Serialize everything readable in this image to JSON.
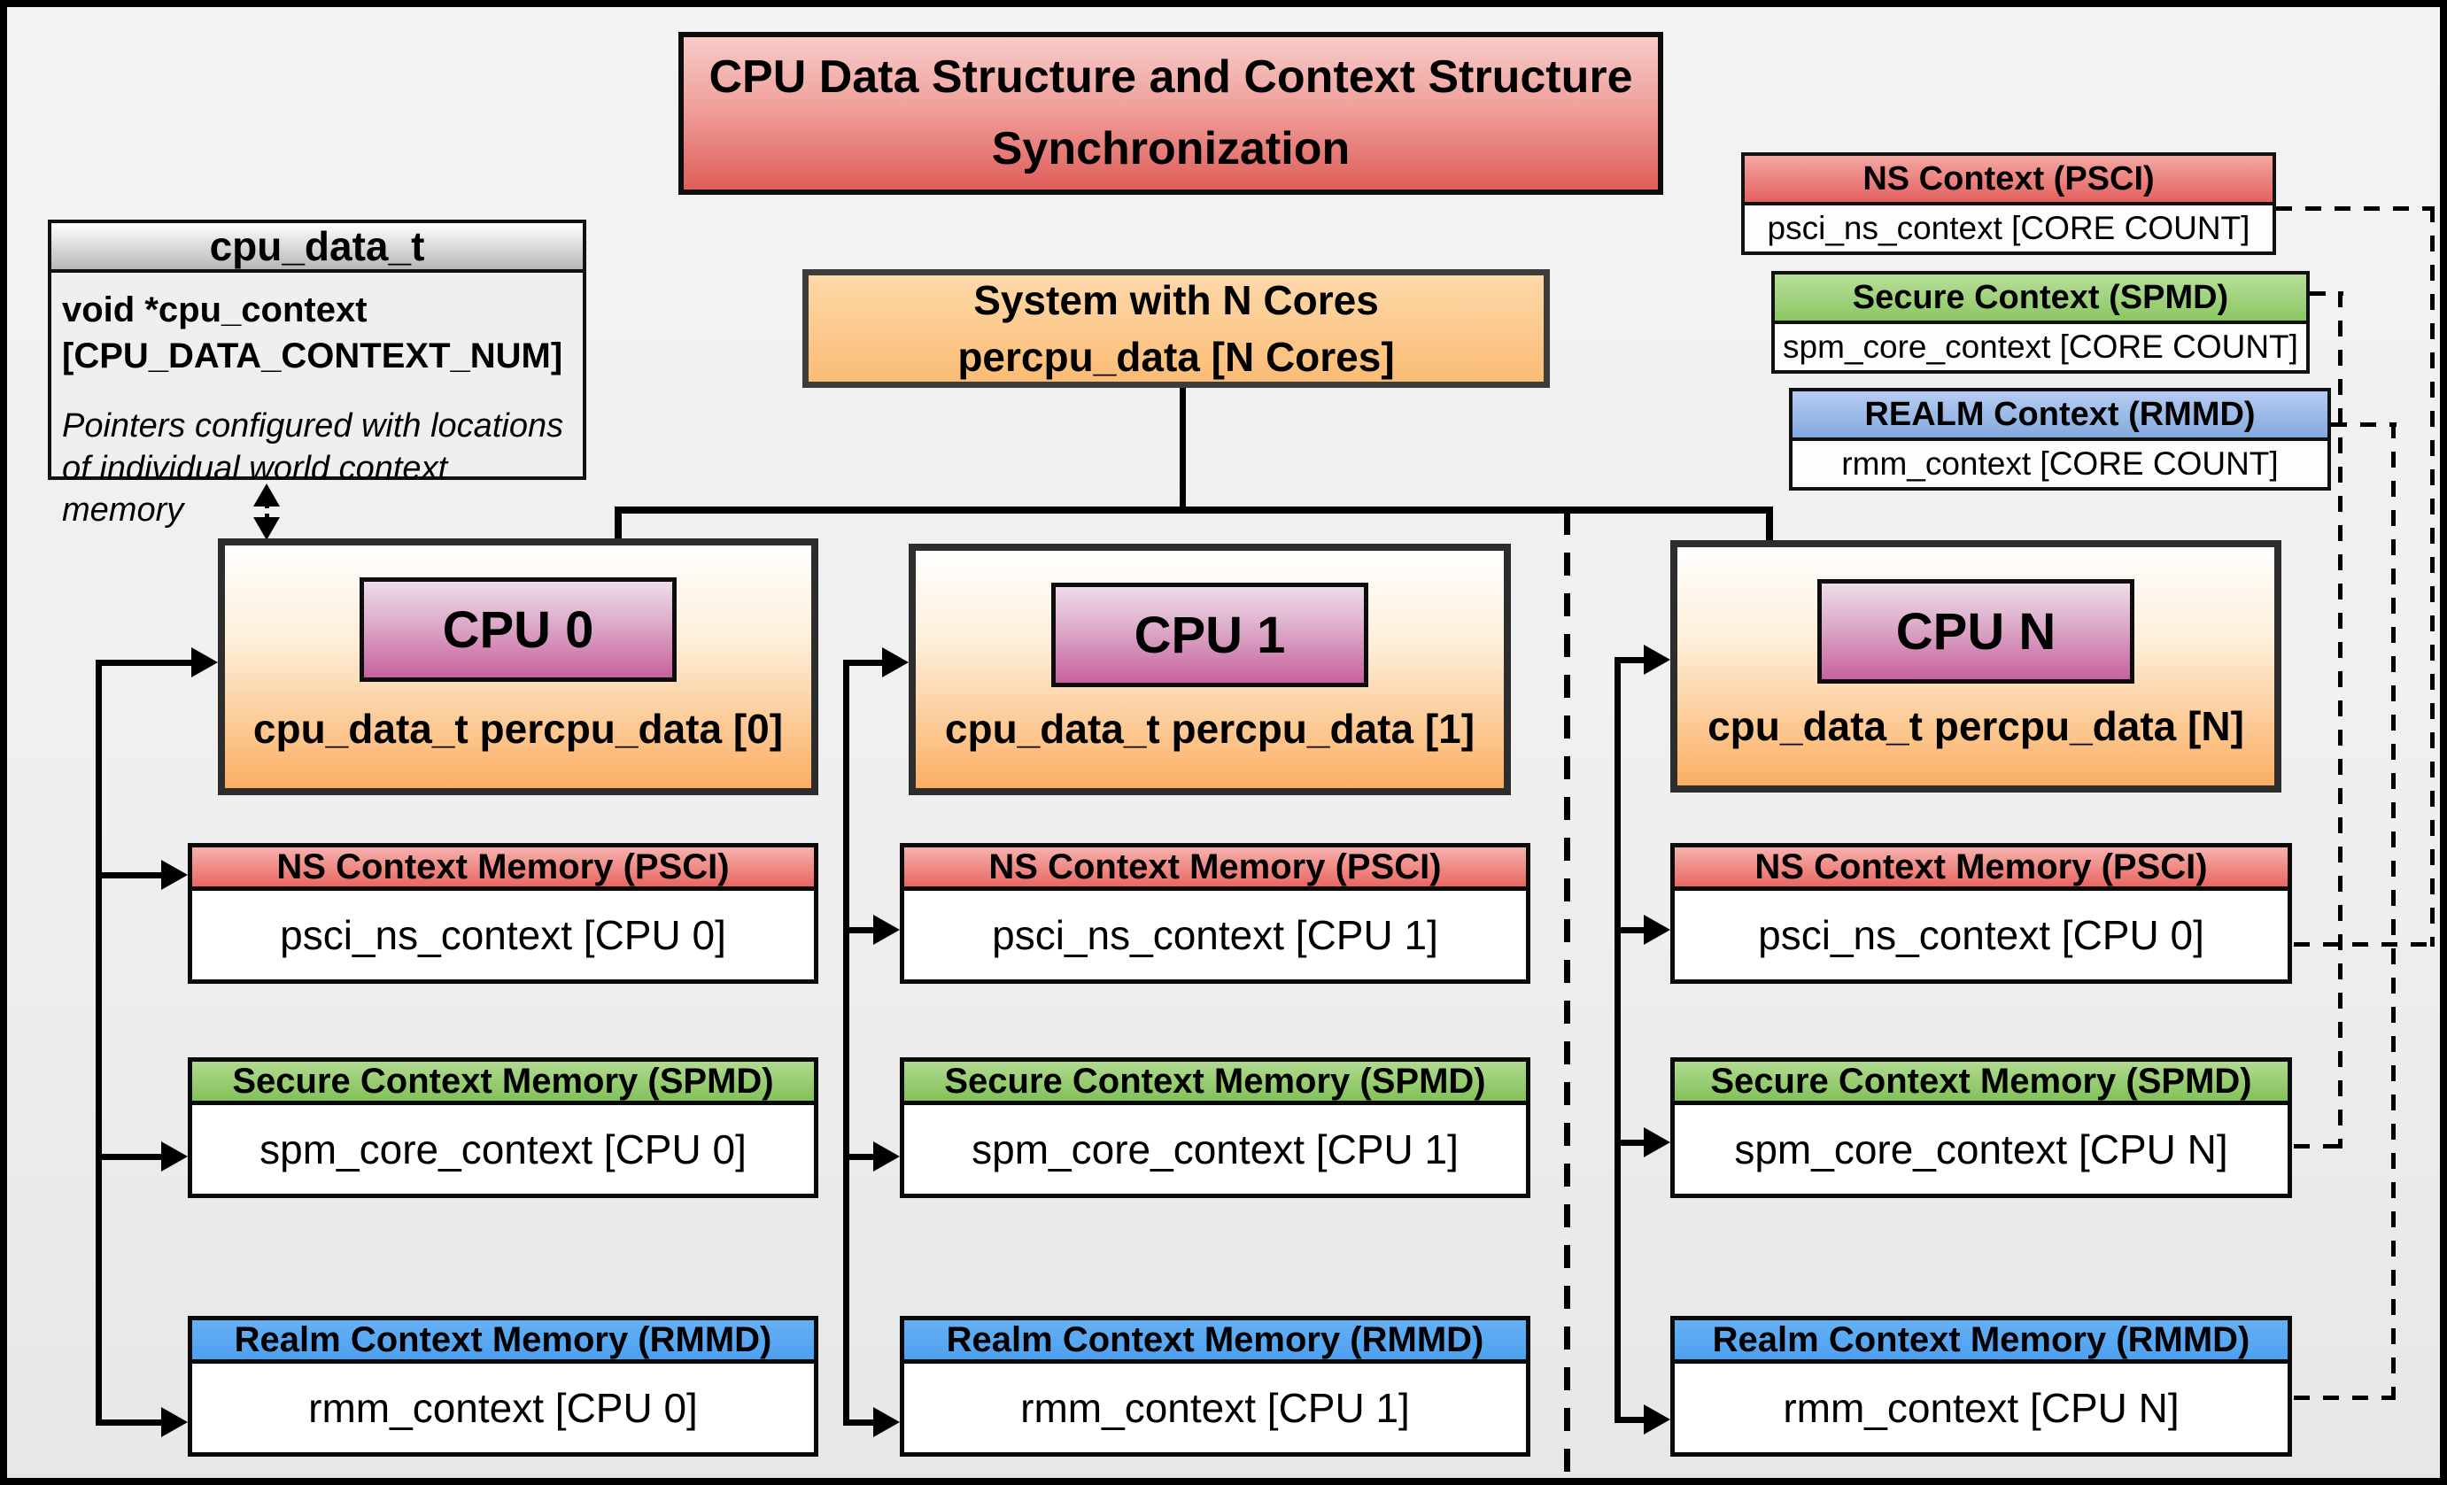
{
  "title": {
    "line1": "CPU Data Structure and Context Structure",
    "line2": "Synchronization"
  },
  "cpu_data_t": {
    "header": "cpu_data_t",
    "field_line1": "void  *cpu_context",
    "field_line2": "[CPU_DATA_CONTEXT_NUM]",
    "note_line1": "Pointers configured with locations",
    "note_line2": "of individual world context memory"
  },
  "system_box": {
    "line1": "System with N Cores",
    "line2": "percpu_data [N Cores]"
  },
  "legend": [
    {
      "header": "NS Context  (PSCI)",
      "body": "psci_ns_context [CORE COUNT]"
    },
    {
      "header": "Secure Context (SPMD)",
      "body": "spm_core_context [CORE COUNT]"
    },
    {
      "header": "REALM Context (RMMD)",
      "body": "rmm_context [CORE COUNT]"
    }
  ],
  "context_headers": {
    "ns": "NS Context Memory (PSCI)",
    "secure": "Secure Context Memory (SPMD)",
    "realm": "Realm Context Memory (RMMD)"
  },
  "cpus": [
    {
      "label": "CPU 0",
      "data": "cpu_data_t percpu_data [0]",
      "ns": "psci_ns_context [CPU 0]",
      "secure": "spm_core_context [CPU 0]",
      "realm": "rmm_context [CPU 0]"
    },
    {
      "label": "CPU 1",
      "data": "cpu_data_t percpu_data [1]",
      "ns": "psci_ns_context [CPU 1]",
      "secure": "spm_core_context [CPU 1]",
      "realm": "rmm_context [CPU 1]"
    },
    {
      "label": "CPU N",
      "data": "cpu_data_t percpu_data [N]",
      "ns": "psci_ns_context [CPU 0]",
      "secure": "spm_core_context [CPU N]",
      "realm": "rmm_context [CPU N]"
    }
  ],
  "colors": {
    "title_red": "#df5e5a",
    "ns_red": "#e96762",
    "secure_green": "#82c159",
    "realm_blue": "#4da0f0",
    "cpu_orange": "#fbae62",
    "cpu_label_pink": "#c9619e",
    "system_orange": "#fbbc75",
    "background_gray": "#efefef",
    "line_black": "#000000"
  }
}
